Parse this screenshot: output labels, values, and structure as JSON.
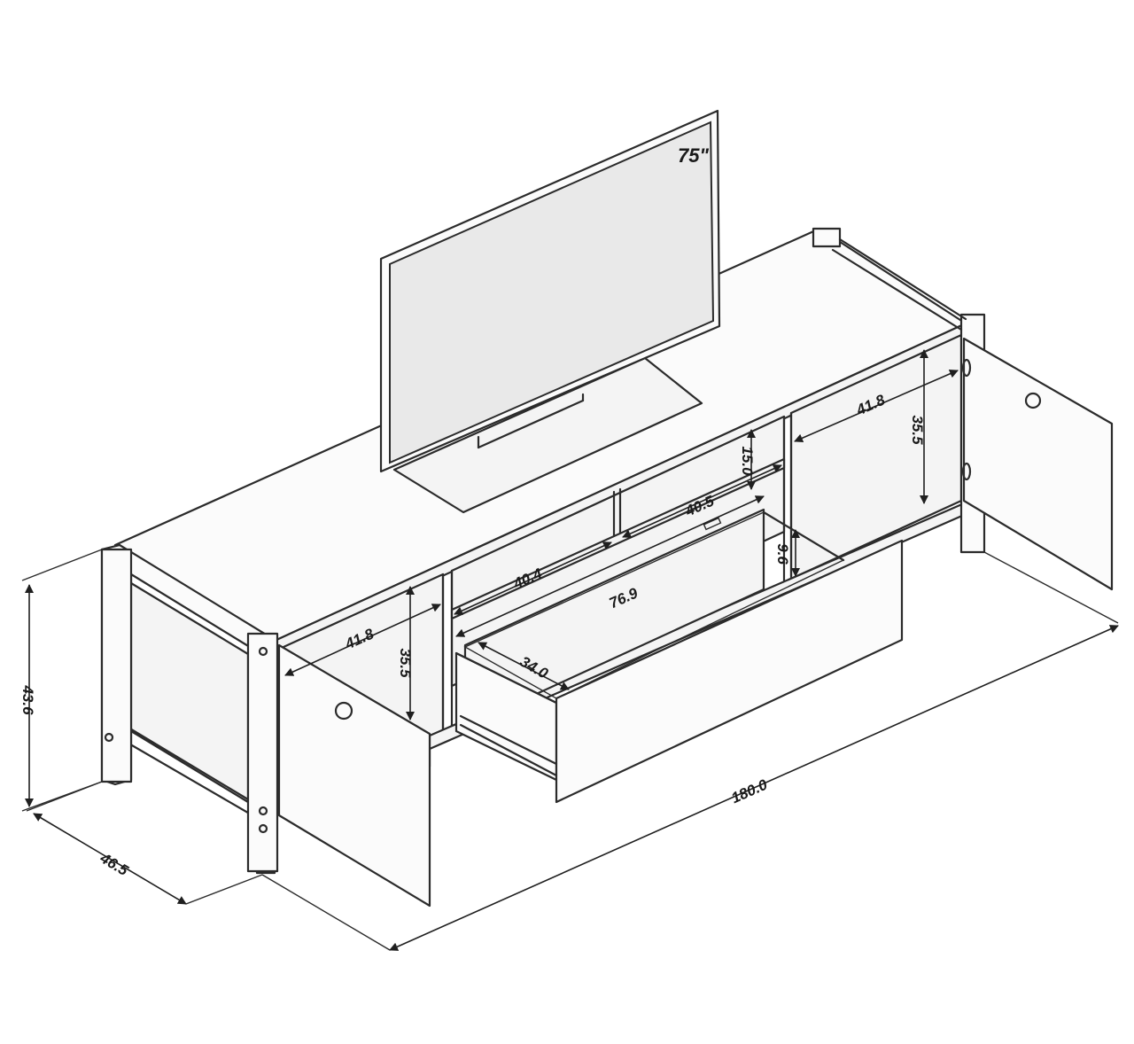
{
  "tv": {
    "size_label": "75\""
  },
  "dimensions": {
    "height": "43.6",
    "depth": "46.5",
    "width": "180.0",
    "left_compartment_width": "41.8",
    "left_compartment_height": "35.5",
    "center_lower_width": "40.4",
    "center_upper_width": "40.5",
    "center_shelf_height": "15.0",
    "right_compartment_width": "41.8",
    "right_compartment_height": "35.5",
    "drawer_width": "76.9",
    "drawer_depth": "34.0",
    "drawer_height": "9.6"
  }
}
